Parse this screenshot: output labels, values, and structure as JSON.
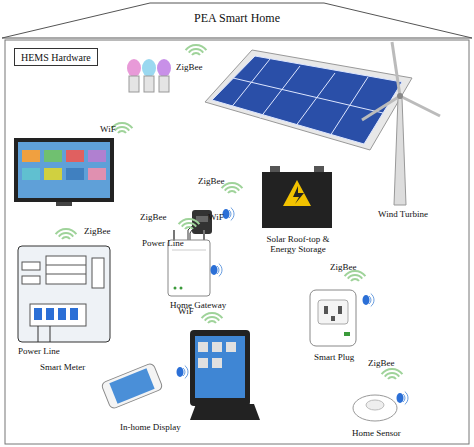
{
  "diagram": {
    "title": "PEA Smart Home",
    "nodes": [
      {
        "text": [
          "HEMS Hardware"
        ]
      }
    ],
    "labels": [
      "ZigBee",
      "WiF",
      "ZigBee",
      "Power Line",
      "Solar Roof-top & Energy Storage",
      "Wind Turbine",
      "ZigBee",
      "ZigBee",
      "WiF",
      "Home Gateway",
      "ZigBee",
      "Smart Plug",
      "Power Line",
      "Smart Meter",
      "WiF",
      "In-home Display",
      "ZigBee",
      "Home Sensor"
    ]
  }
}
